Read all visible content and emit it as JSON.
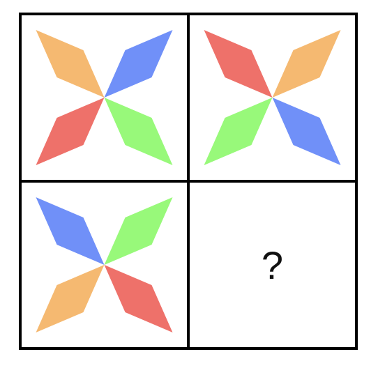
{
  "grid": {
    "rows": 2,
    "cols": 2,
    "line_color": "#000000",
    "background_color": "#ffffff"
  },
  "colors": {
    "orange": "#F5B971",
    "blue": "#7090F8",
    "red": "#EE716A",
    "green": "#98F97A"
  },
  "cells": [
    {
      "row": 0,
      "col": 0,
      "kind": "pinwheel",
      "petals": {
        "top-left": "orange",
        "top-right": "blue",
        "bottom-left": "red",
        "bottom-right": "green"
      }
    },
    {
      "row": 0,
      "col": 1,
      "kind": "pinwheel",
      "petals": {
        "top-left": "red",
        "top-right": "orange",
        "bottom-left": "green",
        "bottom-right": "blue"
      }
    },
    {
      "row": 1,
      "col": 0,
      "kind": "pinwheel",
      "petals": {
        "top-left": "blue",
        "top-right": "green",
        "bottom-left": "orange",
        "bottom-right": "red"
      }
    },
    {
      "row": 1,
      "col": 1,
      "kind": "question",
      "text": "?"
    }
  ]
}
